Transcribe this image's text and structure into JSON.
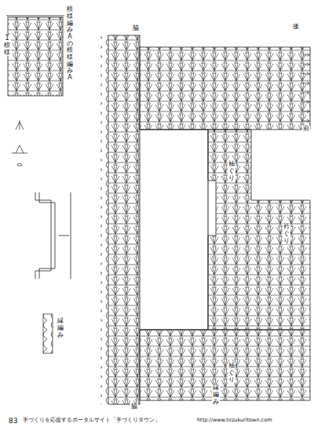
{
  "diagram": {
    "labels": [
      "模様編みAの編み方",
      "模様編みA",
      "1模様",
      "脇",
      "脇",
      "後",
      "前",
      "袖ぐり",
      "衿ぐり",
      "袖ぐり",
      "縁編み",
      "縁編み",
      "83",
      "手づくりを応援するポータルサイト「手づくりタウン」",
      "http://www.tezukuritown.com"
    ]
  }
}
